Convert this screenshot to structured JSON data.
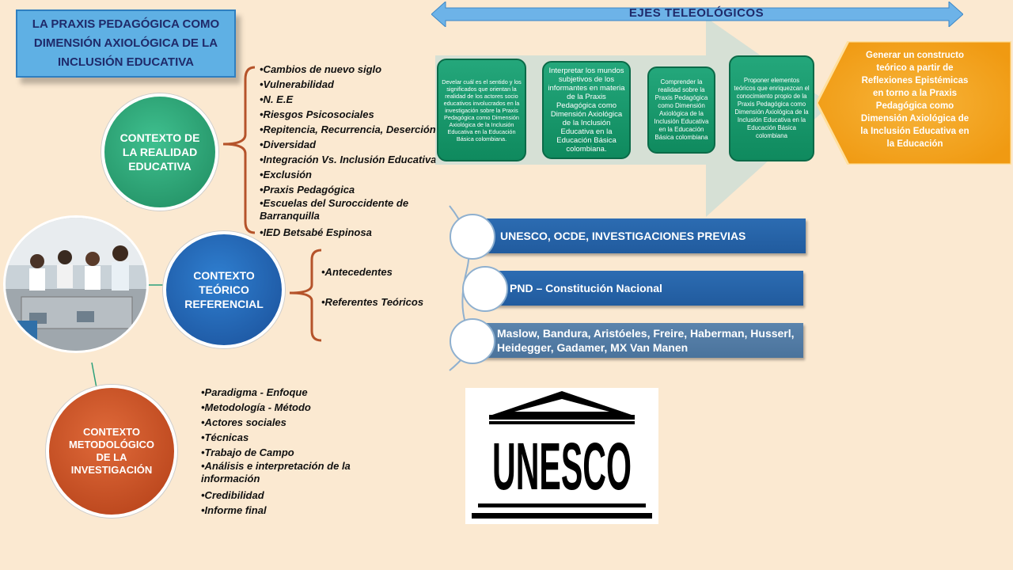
{
  "title": "LA PRAXIS PEDAGÓGICA COMO\nDIMENSIÓN AXIOLÓGICA DE LA\nINCLUSIÓN EDUCATIVA",
  "contexts": {
    "realidad": "CONTEXTO DE\nLA REALIDAD\nEDUCATIVA",
    "teorico": "CONTEXTO\nTEÓRICO\nREFERENCIAL",
    "metodologico": "CONTEXTO\nMETODOLÓGICO\nDE LA\nINVESTIGACIÓN"
  },
  "realidad_items": [
    "•Cambios de nuevo siglo",
    "•Vulnerabilidad",
    "•N. E.E",
    "•Riesgos Psicosociales",
    "•Repitencia, Recurrencia, Deserción",
    "•Diversidad",
    "•Integración Vs. Inclusión Educativa",
    "•Exclusión",
    "•Praxis Pedagógica",
    "•Escuelas del Suroccidente de\n  Barranquilla",
    "•IED Betsabé Espinosa"
  ],
  "teorico_items": [
    "•Antecedentes",
    "•Referentes Teóricos"
  ],
  "metodologico_items": [
    "•Paradigma - Enfoque",
    "•Metodología - Método",
    "•Actores sociales",
    "•Técnicas",
    "•Trabajo de Campo",
    "•Análisis e interpretación de la\n  información",
    "•Credibilidad",
    "•Informe final"
  ],
  "ejes_label": "EJES TELEOLÓGICOS",
  "objectives": [
    "Develar cuál es el sentido y los  significados que orientan la realidad  de los actores socio educativos involucrados en la investigación sobre la Praxis Pedagógica como Dimensión Axiológica de la Inclusión Educativa en la Educación Básica colombiana.",
    "Interpretar los mundos subjetivos de los informantes en materia de la Praxis Pedagógica como Dimensión Axiológica de la Inclusión Educativa en la Educación Básica colombiana.",
    "Comprender la realidad sobre la Praxis Pedagógica como Dimensión Axiológica de la Inclusión Educativa en la Educación Básica colombiana",
    "Proponer elementos teóricos que enriquezcan el conocimiento propio de la Praxis Pedagógica como Dimensión Axiológica de la Inclusión Educativa en la Educación Básica colombiana"
  ],
  "general_objective": "Generar un constructo\nteórico a partir de\nReflexiones Epistémicas\nen torno a la Praxis\nPedagógica como\nDimensión Axiológica de\nla Inclusión Educativa en\nla Educación",
  "references": [
    "UNESCO, OCDE, INVESTIGACIONES PREVIAS",
    "PND – Constitución Nacional",
    "Maslow, Bandura, Aristóeles, Freire, Haberman, Husserl,\nHeidegger, Gadamer, MX Van Manen"
  ],
  "logo_text": "UNESCO",
  "colors": {
    "background": "#fbe9d1",
    "green": "#1f8a5f",
    "blue": "#1a4f98",
    "red": "#b23e16",
    "orange": "#f5a21b",
    "brace": "#b5532a",
    "bar": "#2662a8"
  }
}
